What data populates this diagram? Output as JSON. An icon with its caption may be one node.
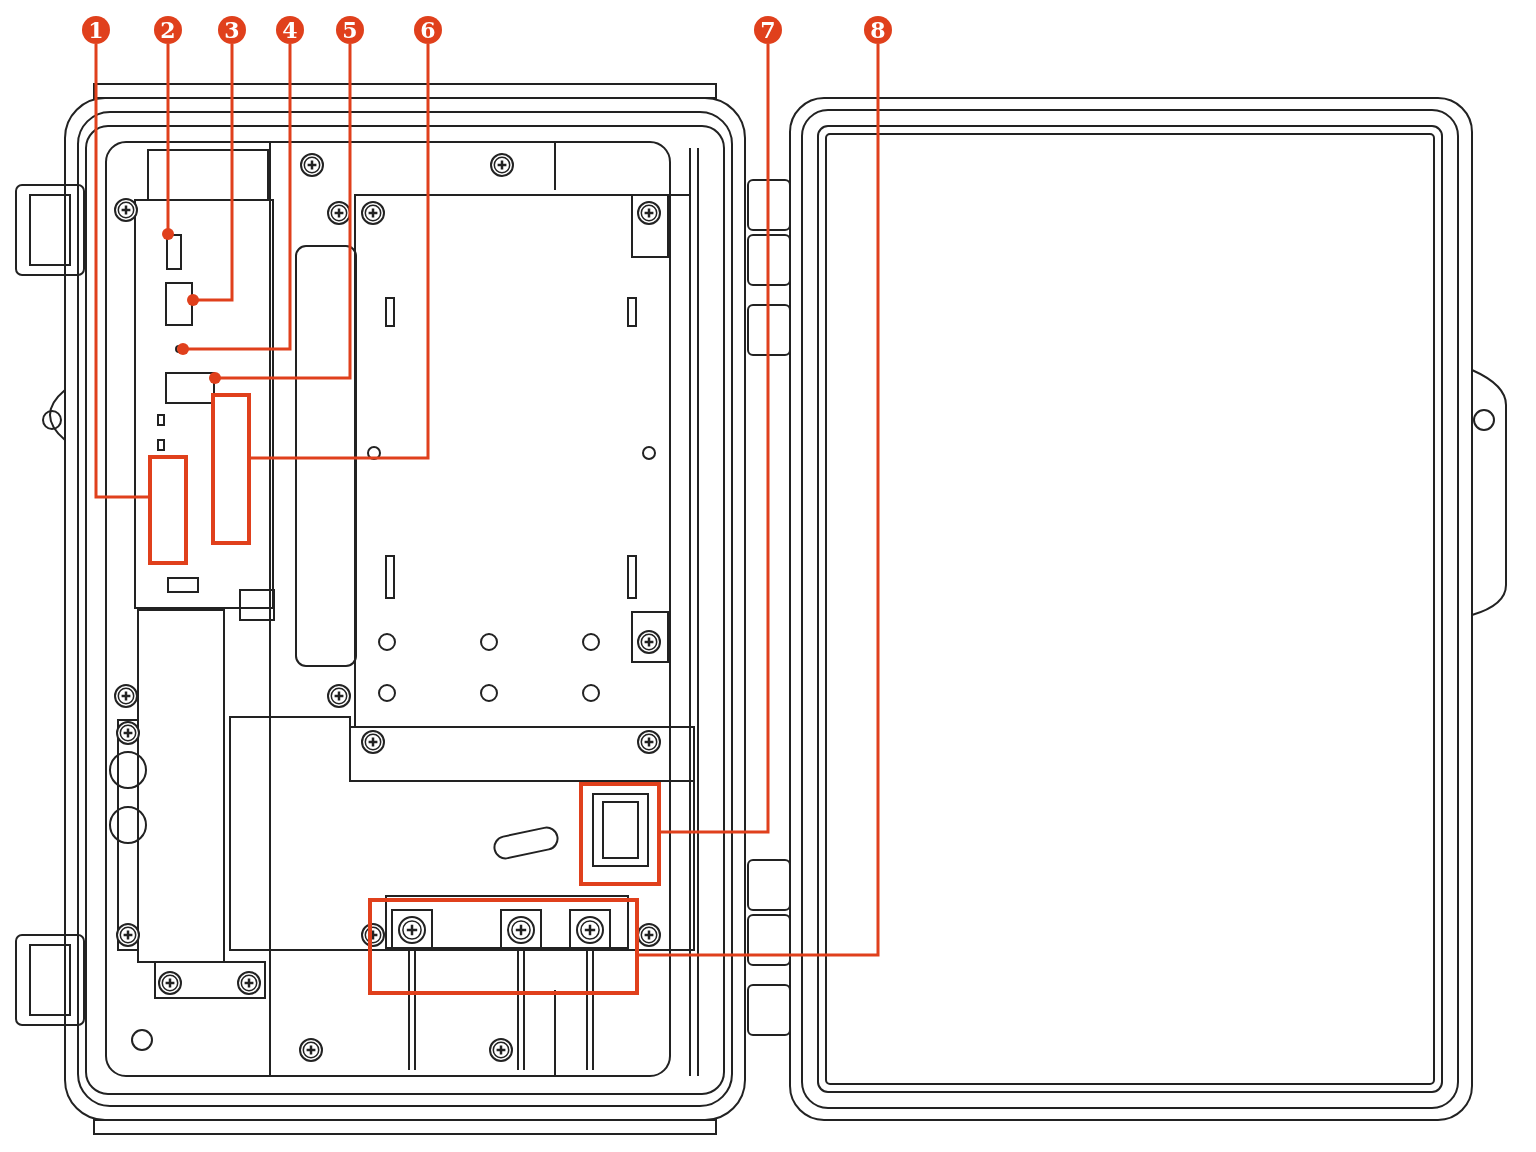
{
  "diagram": {
    "nodes": [
      {
        "text": [
          "1"
        ]
      },
      {
        "text": [
          "2"
        ]
      },
      {
        "text": [
          "3"
        ]
      },
      {
        "text": [
          "4"
        ]
      },
      {
        "text": [
          "5"
        ]
      },
      {
        "text": [
          "6"
        ]
      },
      {
        "text": [
          "7"
        ]
      },
      {
        "text": [
          "8"
        ]
      },
      {
        "text": [],
        "shape": "box"
      },
      {
        "text": [],
        "shape": "box"
      },
      {
        "text": [],
        "shape": "box"
      },
      {
        "text": [],
        "shape": "circle"
      },
      {
        "text": [],
        "shape": "box"
      },
      {
        "text": [],
        "shape": "box"
      },
      {
        "text": [],
        "shape": "box"
      },
      {
        "text": [],
        "shape": "box"
      }
    ],
    "edges": [
      {
        "from": 0,
        "to": 8,
        "arrow": "none"
      },
      {
        "from": 1,
        "to": 9,
        "arrow": "other"
      },
      {
        "from": 2,
        "to": 10,
        "arrow": "other"
      },
      {
        "from": 3,
        "to": 11,
        "arrow": "other"
      },
      {
        "from": 4,
        "to": 12,
        "arrow": "other"
      },
      {
        "from": 5,
        "to": 13,
        "arrow": "none"
      },
      {
        "from": 6,
        "to": 14,
        "arrow": "none"
      },
      {
        "from": 7,
        "to": 15,
        "arrow": "none"
      }
    ]
  }
}
